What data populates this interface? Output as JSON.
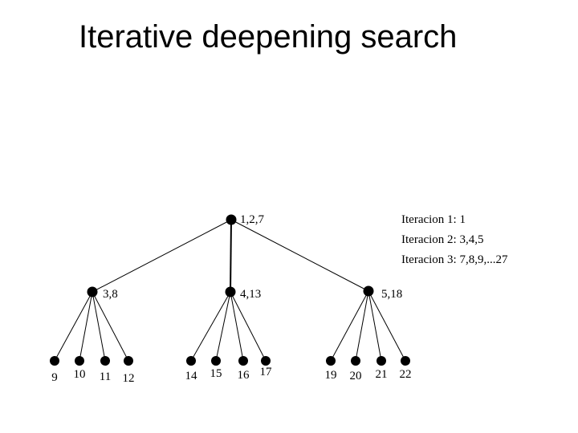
{
  "slide": {
    "title": "Iterative deepening search"
  },
  "annotations": {
    "lines": [
      "Iteracion 1: 1",
      "Iteracion 2: 3,4,5",
      "Iteracion 3: 7,8,9,...27"
    ]
  },
  "tree": {
    "root": {
      "label": "1,2,7"
    },
    "children": [
      {
        "label": "3,8",
        "leaves": [
          "9",
          "10",
          "11",
          "12"
        ]
      },
      {
        "label": "4,13",
        "leaves": [
          "14",
          "15",
          "16",
          "17"
        ]
      },
      {
        "label": "5,18",
        "leaves": [
          "19",
          "20",
          "21",
          "22"
        ]
      }
    ]
  },
  "colors": {
    "background": "#ffffff",
    "node_fill": "#000000",
    "edge_stroke": "#000000",
    "text": "#000000"
  }
}
